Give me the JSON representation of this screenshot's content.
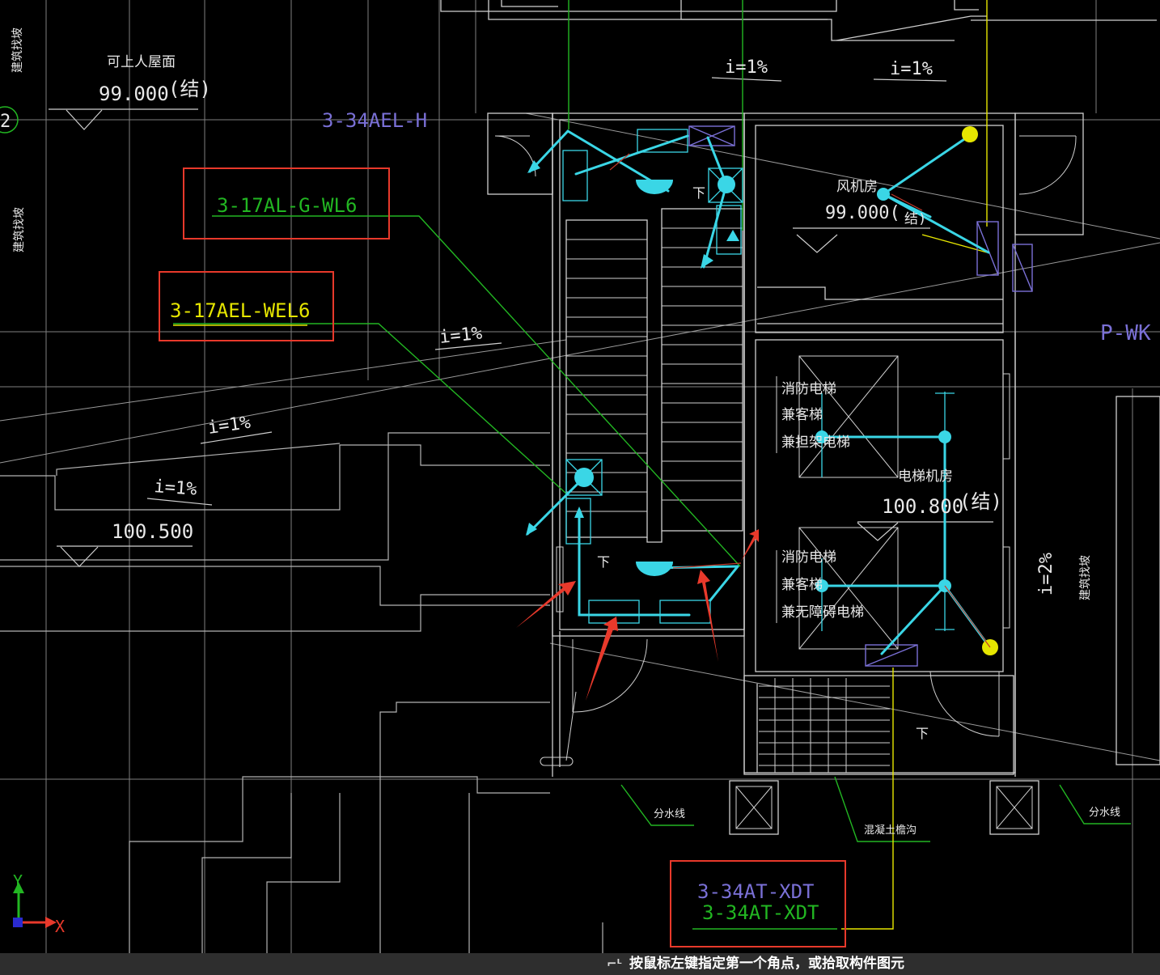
{
  "colors": {
    "background": "#000000",
    "linework": "#c8c8c8",
    "cyan": "#3ad6e6",
    "green": "#22b622",
    "yellow": "#e6e600",
    "purple": "#7a70d6",
    "red": "#e8392b",
    "white": "#e8e8e8"
  },
  "labels": {
    "wire_wl6": "3-17AL-G-WL6",
    "wire_wel6": "3-17AEL-WEL6",
    "wire_h": "3-34AEL-H",
    "wire_xdt_purple": "3-34AT-XDT",
    "wire_xdt_green": "3-34AT-XDT",
    "p_wk": "P-WK"
  },
  "annotations": {
    "roof_access": "可上人屋面",
    "level_99": "99.000",
    "struct_mark": "(结)",
    "axis_bubble": "2",
    "slope_1": "i=1%",
    "slope_2": "i=1%",
    "slope_3": "i=1%",
    "slope_4": "i=1%",
    "slope_5": "i=1%",
    "slope_6": "i=2%",
    "level_100_5": "100.500",
    "level_100_8": "100.800",
    "fan_room": "风机房",
    "fan_level": "99.000(",
    "fan_struct": "结)",
    "elevator_room": "电梯机房",
    "elevator_1a": "消防电梯",
    "elevator_1b": "兼客梯",
    "elevator_1c": "兼担架电梯",
    "elevator_2a": "消防电梯",
    "elevator_2b": "兼客梯",
    "elevator_2c": "兼无障碍电梯",
    "down_1": "下",
    "down_2": "下",
    "down_3": "下",
    "left_vertical_1": "建筑找坡",
    "left_vertical_2": "建筑找坡",
    "right_vertical": "建筑找坡",
    "watershed_1": "分水线",
    "watershed_2": "分水线",
    "concrete_gutter": "混凝土檐沟",
    "ucs_y": "Y",
    "ucs_x": "X"
  },
  "statusbar": {
    "icon": "pick-corner-icon",
    "message": "按鼠标左键指定第一个角点，或拾取构件图元"
  }
}
